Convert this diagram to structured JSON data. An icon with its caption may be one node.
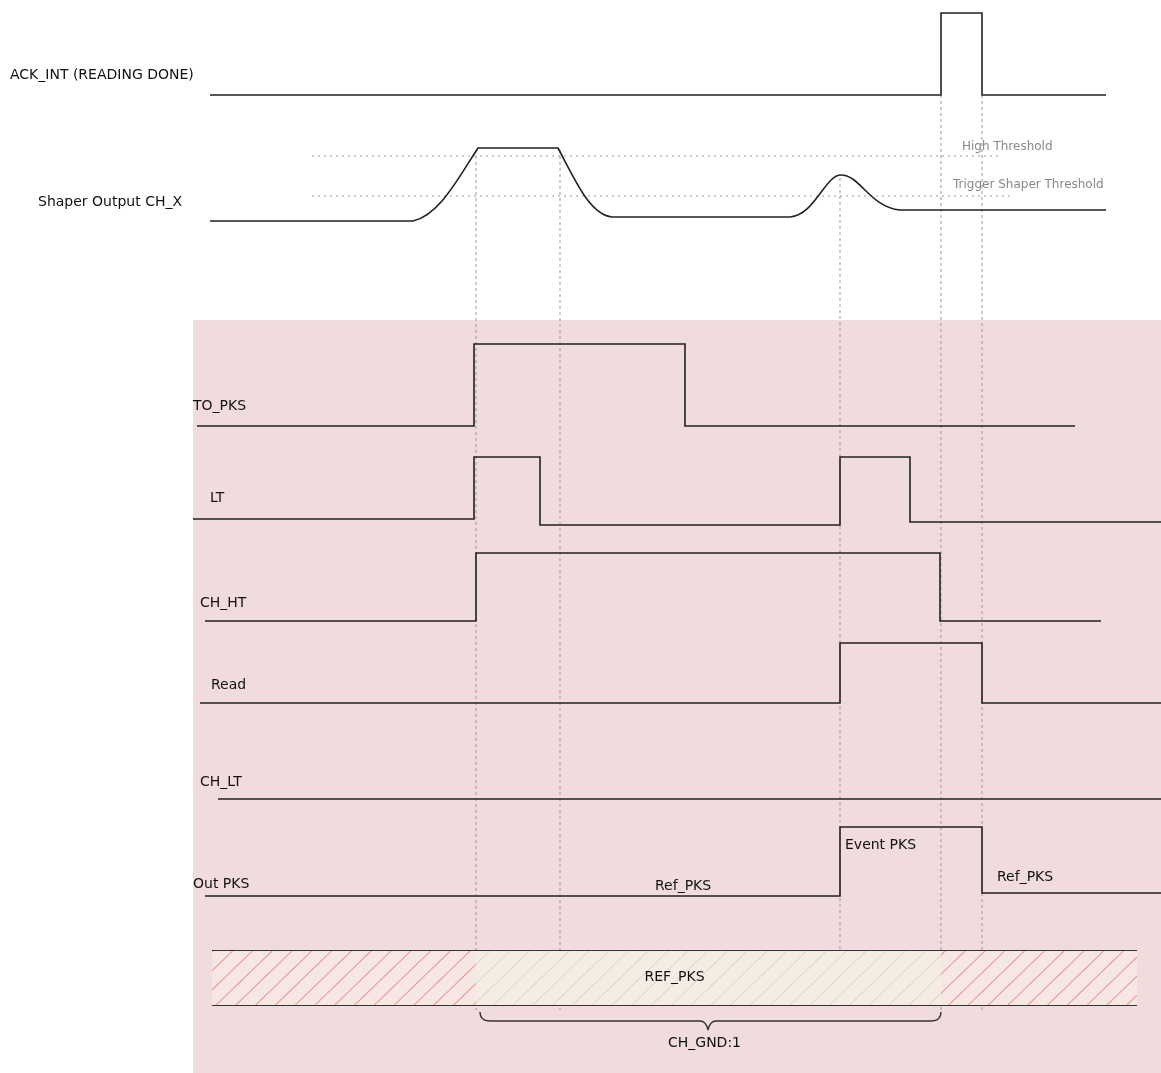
{
  "diagram": {
    "nodes": [
      {
        "text": [
          "REF_PKS"
        ]
      }
    ],
    "edges": [],
    "labels": [
      "ACK_INT (READING DONE)",
      "High Threshold",
      "Trigger Shaper Threshold",
      "Shaper Output CH_X",
      "TO_PKS",
      "LT",
      "CH_HT",
      "Read",
      "CH_LT",
      "Event PKS",
      "Out PKS",
      "Ref_PKS",
      "Ref_PKS",
      "CH_GND:1"
    ]
  }
}
